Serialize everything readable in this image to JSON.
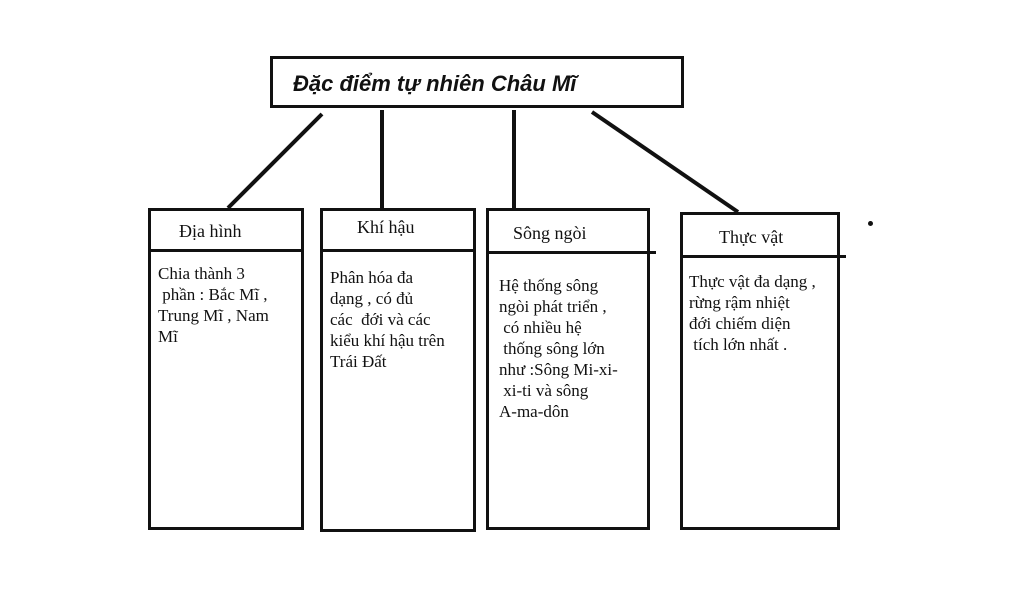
{
  "diagram": {
    "root": {
      "title": "Đặc điểm tự nhiên Châu Mĩ"
    },
    "branches": [
      {
        "header": "Địa hình",
        "body": "Chia thành 3\n phần : Bắc Mĩ ,\nTrung Mĩ , Nam\nMĩ"
      },
      {
        "header": "Khí hậu",
        "body": "Phân hóa đa\ndạng , có đủ\ncác  đới và các\nkiểu khí hậu trên\nTrái Đất"
      },
      {
        "header": "Sông ngòi",
        "body": "Hệ thống sông\nngòi phát triển ,\n có nhiều hệ\n thống sông lớn\nnhư :Sông Mi-xi-\n xi-ti và sông\nA-ma-dôn"
      },
      {
        "header": "Thực vật",
        "body": "Thực vật đa dạng ,\nrừng rậm nhiệt\nđới chiếm diện\n tích lớn nhất ."
      }
    ],
    "colors": {
      "line": "#111111",
      "background": "#ffffff"
    }
  }
}
